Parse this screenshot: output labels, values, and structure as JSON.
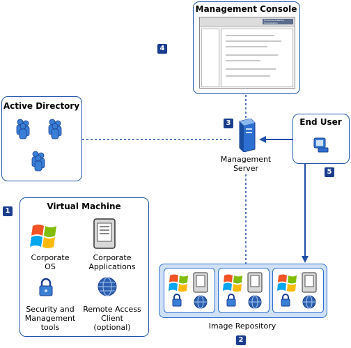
{
  "management_console": {
    "title": "Management Console",
    "screenshot_caption": "Enterprise Desktop Virtualization"
  },
  "active_directory": {
    "title": "Active Directory"
  },
  "management_server": {
    "label_line1": "Management",
    "label_line2": "Server"
  },
  "end_user": {
    "title": "End User"
  },
  "virtual_machine": {
    "title": "Virtual Machine",
    "items": [
      {
        "line1": "Corporate",
        "line2": "OS",
        "line3": ""
      },
      {
        "line1": "Corporate",
        "line2": "Applications",
        "line3": ""
      },
      {
        "line1": "Security and",
        "line2": "Management",
        "line3": "tools"
      },
      {
        "line1": "Remote Access",
        "line2": "Client",
        "line3": "(optional)"
      }
    ]
  },
  "image_repository": {
    "label": "Image Repository"
  },
  "badges": {
    "b1": "1",
    "b2": "2",
    "b3": "3",
    "b4": "4",
    "b5": "5"
  },
  "colors": {
    "accent": "#1a3d8f",
    "line": "#1f4fa8",
    "repo_fill": "#cfe0f7"
  }
}
